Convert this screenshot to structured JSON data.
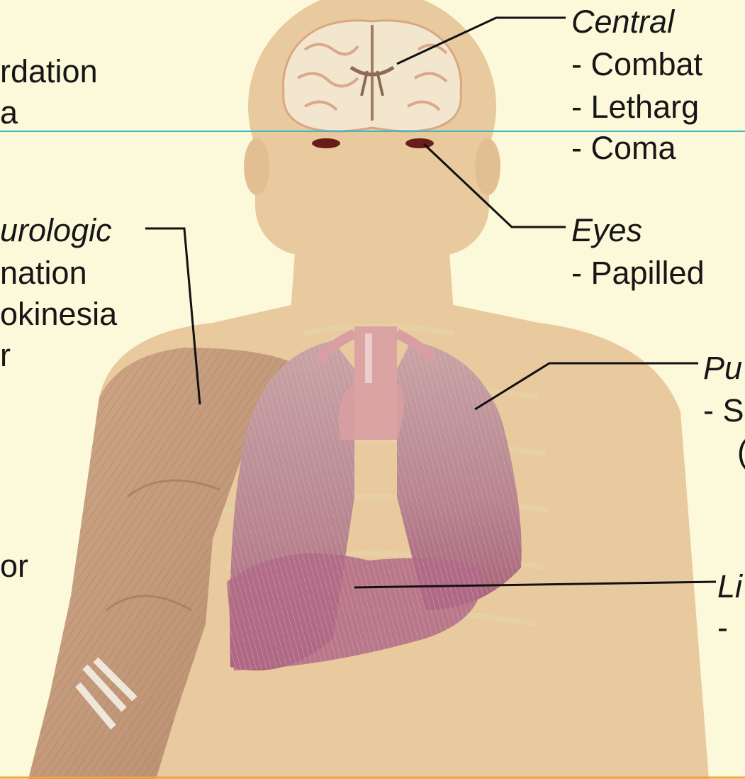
{
  "labels": {
    "left_top_1": "rdation",
    "left_top_2": "a",
    "left_neuro_heading": "urologic",
    "left_neuro_1": "nation",
    "left_neuro_2": "okinesia",
    "left_neuro_3": "r",
    "left_neuro_4": "or",
    "central_heading": "Central",
    "central_1": "- Combat",
    "central_2": "- Letharg",
    "central_3": "- Coma",
    "eyes_heading": "Eyes",
    "eyes_1": "- Papilled",
    "pulm_heading": "Pu",
    "pulm_1": "- S",
    "pulm_2": "(",
    "liver_heading": "Li",
    "liver_1": "-"
  },
  "colors": {
    "background": "#fcf8da",
    "body_skin": "#e9c99e",
    "muscle": "#c79a7d",
    "lung": "#b5808d",
    "brain": "#f3e6cf",
    "leader_line": "#111111",
    "guide_cyan": "#3fb6c6",
    "guide_orange": "#f0a43a"
  }
}
